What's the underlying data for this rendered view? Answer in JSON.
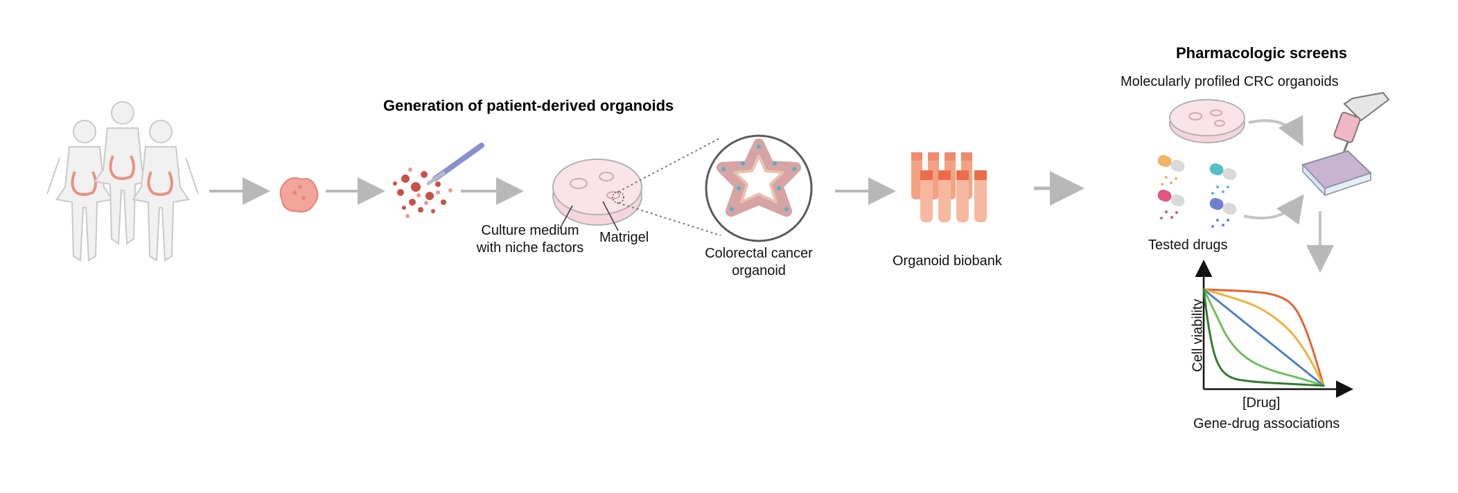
{
  "titles": {
    "generation": "Generation of patient-derived organoids",
    "screens": "Pharmacologic screens"
  },
  "labels": {
    "culture_medium_line1": "Culture medium",
    "culture_medium_line2": "with niche factors",
    "matrigel": "Matrigel",
    "organoid_line1": "Colorectal cancer",
    "organoid_line2": "organoid",
    "biobank": "Organoid biobank",
    "profiled": "Molecularly profiled CRC organoids",
    "tested_drugs": "Tested drugs",
    "drug_axis": "[Drug]",
    "viability_axis": "Cell viability",
    "associations": "Gene-drug associations"
  },
  "colors": {
    "arrow": "#b8b8b8",
    "dish": "#f6d6de",
    "tissue": "#e8877a",
    "tube": "#f08a6a",
    "curve_red": "#e8622c",
    "curve_orange": "#f3b13c",
    "curve_blue": "#4a7fc1",
    "curve_lightgreen": "#6cbf5a",
    "curve_darkgreen": "#2f7d2f"
  },
  "chart_data": {
    "type": "line",
    "xlabel": "[Drug]",
    "ylabel": "Cell viability",
    "series": [
      {
        "color": "#e8622c",
        "values": [
          [
            0,
            1.0
          ],
          [
            0.2,
            0.99
          ],
          [
            0.4,
            0.98
          ],
          [
            0.6,
            0.95
          ],
          [
            0.75,
            0.85
          ],
          [
            0.85,
            0.6
          ],
          [
            0.93,
            0.3
          ],
          [
            1.0,
            0.0
          ]
        ]
      },
      {
        "color": "#f3b13c",
        "values": [
          [
            0,
            1.0
          ],
          [
            0.2,
            0.93
          ],
          [
            0.4,
            0.85
          ],
          [
            0.55,
            0.75
          ],
          [
            0.7,
            0.6
          ],
          [
            0.8,
            0.45
          ],
          [
            0.9,
            0.25
          ],
          [
            1.0,
            0.0
          ]
        ]
      },
      {
        "color": "#4a7fc1",
        "values": [
          [
            0,
            1.0
          ],
          [
            0.25,
            0.75
          ],
          [
            0.5,
            0.5
          ],
          [
            0.75,
            0.25
          ],
          [
            1.0,
            0.0
          ]
        ]
      },
      {
        "color": "#6cbf5a",
        "values": [
          [
            0,
            1.0
          ],
          [
            0.1,
            0.75
          ],
          [
            0.2,
            0.48
          ],
          [
            0.35,
            0.28
          ],
          [
            0.55,
            0.16
          ],
          [
            0.8,
            0.08
          ],
          [
            1.0,
            0.0
          ]
        ]
      },
      {
        "color": "#2f7d2f",
        "values": [
          [
            0,
            1.0
          ],
          [
            0.04,
            0.6
          ],
          [
            0.1,
            0.25
          ],
          [
            0.2,
            0.08
          ],
          [
            0.4,
            0.04
          ],
          [
            0.7,
            0.02
          ],
          [
            1.0,
            0.0
          ]
        ]
      }
    ]
  }
}
